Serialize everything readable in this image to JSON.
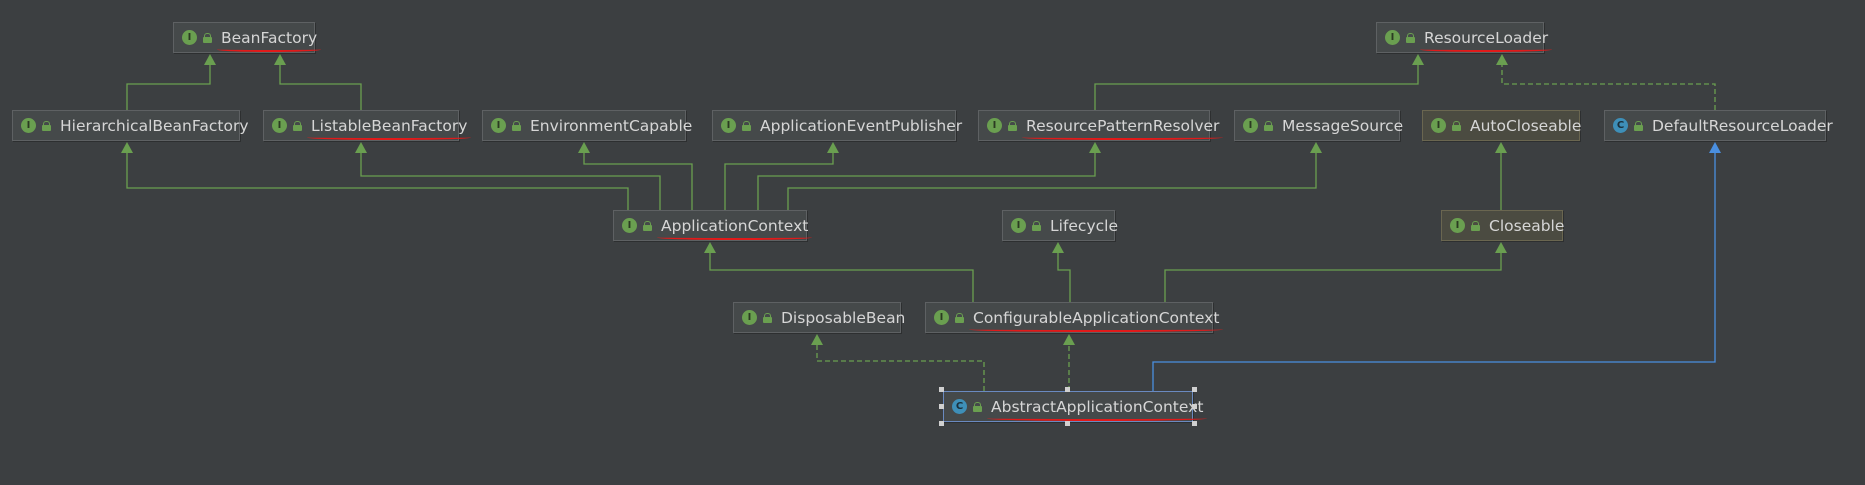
{
  "diagram": {
    "nodes": [
      {
        "id": "BeanFactory",
        "label": "BeanFactory",
        "kind": "I",
        "underlined": true
      },
      {
        "id": "ResourceLoader",
        "label": "ResourceLoader",
        "kind": "I",
        "underlined": true
      },
      {
        "id": "HierarchicalBeanFactory",
        "label": "HierarchicalBeanFactory",
        "kind": "I",
        "underlined": false
      },
      {
        "id": "ListableBeanFactory",
        "label": "ListableBeanFactory",
        "kind": "I",
        "underlined": true
      },
      {
        "id": "EnvironmentCapable",
        "label": "EnvironmentCapable",
        "kind": "I",
        "underlined": false
      },
      {
        "id": "ApplicationEventPublisher",
        "label": "ApplicationEventPublisher",
        "kind": "I",
        "underlined": false
      },
      {
        "id": "ResourcePatternResolver",
        "label": "ResourcePatternResolver",
        "kind": "I",
        "underlined": true
      },
      {
        "id": "MessageSource",
        "label": "MessageSource",
        "kind": "I",
        "underlined": false
      },
      {
        "id": "AutoCloseable",
        "label": "AutoCloseable",
        "kind": "I",
        "underlined": false,
        "jdk": true
      },
      {
        "id": "DefaultResourceLoader",
        "label": "DefaultResourceLoader",
        "kind": "C",
        "underlined": false
      },
      {
        "id": "ApplicationContext",
        "label": "ApplicationContext",
        "kind": "I",
        "underlined": true
      },
      {
        "id": "Lifecycle",
        "label": "Lifecycle",
        "kind": "I",
        "underlined": false
      },
      {
        "id": "Closeable",
        "label": "Closeable",
        "kind": "I",
        "underlined": false,
        "jdk": true
      },
      {
        "id": "DisposableBean",
        "label": "DisposableBean",
        "kind": "I",
        "underlined": false
      },
      {
        "id": "ConfigurableApplicationContext",
        "label": "ConfigurableApplicationContext",
        "kind": "I",
        "underlined": true
      },
      {
        "id": "AbstractApplicationContext",
        "label": "AbstractApplicationContext",
        "kind": "C",
        "underlined": true,
        "selected": true
      }
    ],
    "edges": [
      {
        "from": "HierarchicalBeanFactory",
        "to": "BeanFactory",
        "style": "extends"
      },
      {
        "from": "ListableBeanFactory",
        "to": "BeanFactory",
        "style": "extends"
      },
      {
        "from": "ResourcePatternResolver",
        "to": "ResourceLoader",
        "style": "extends"
      },
      {
        "from": "DefaultResourceLoader",
        "to": "ResourceLoader",
        "style": "implements"
      },
      {
        "from": "ApplicationContext",
        "to": "HierarchicalBeanFactory",
        "style": "extends"
      },
      {
        "from": "ApplicationContext",
        "to": "ListableBeanFactory",
        "style": "extends"
      },
      {
        "from": "ApplicationContext",
        "to": "EnvironmentCapable",
        "style": "extends"
      },
      {
        "from": "ApplicationContext",
        "to": "ApplicationEventPublisher",
        "style": "extends"
      },
      {
        "from": "ApplicationContext",
        "to": "ResourcePatternResolver",
        "style": "extends"
      },
      {
        "from": "ApplicationContext",
        "to": "MessageSource",
        "style": "extends"
      },
      {
        "from": "Closeable",
        "to": "AutoCloseable",
        "style": "extends"
      },
      {
        "from": "ConfigurableApplicationContext",
        "to": "ApplicationContext",
        "style": "extends"
      },
      {
        "from": "ConfigurableApplicationContext",
        "to": "Lifecycle",
        "style": "extends"
      },
      {
        "from": "ConfigurableApplicationContext",
        "to": "Closeable",
        "style": "extends"
      },
      {
        "from": "AbstractApplicationContext",
        "to": "DisposableBean",
        "style": "implements"
      },
      {
        "from": "AbstractApplicationContext",
        "to": "ConfigurableApplicationContext",
        "style": "implements"
      },
      {
        "from": "AbstractApplicationContext",
        "to": "DefaultResourceLoader",
        "style": "class-extends"
      }
    ],
    "colors": {
      "background": "#3c3f41",
      "extends": "#6a9f50",
      "implements": "#6a9f50",
      "class-extends": "#4a8fe0",
      "underline": "#e11a1a"
    }
  }
}
